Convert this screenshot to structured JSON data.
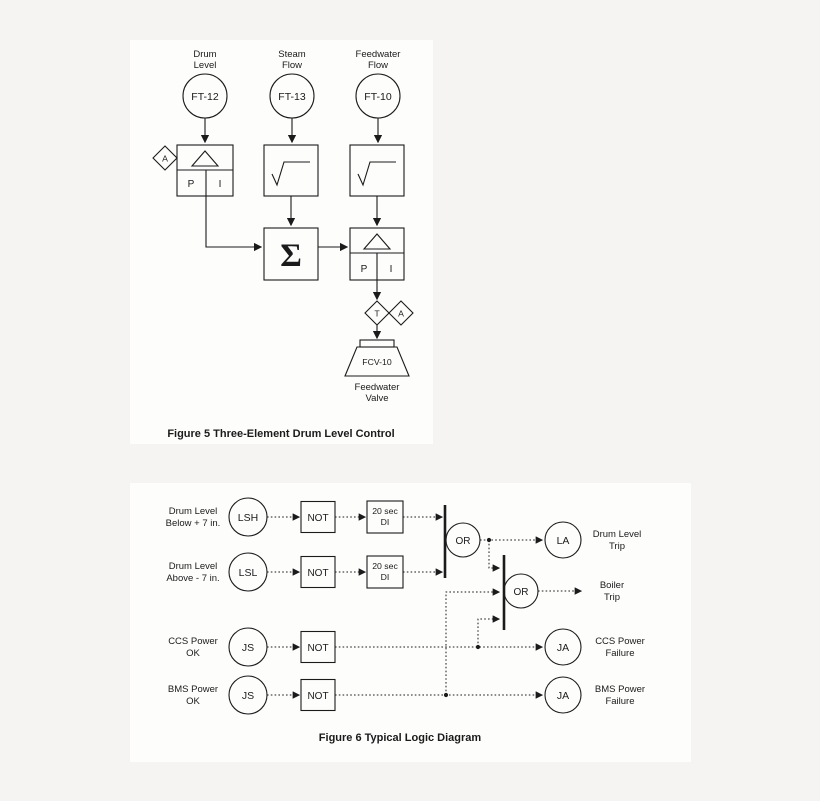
{
  "page": {
    "background_color": "#f5f4f2",
    "panel_color": "#fdfdfc",
    "ink_color": "#1b1b1b"
  },
  "figure5": {
    "caption": "Figure 5  Three-Element Drum Level Control",
    "transmitters": [
      {
        "label_line1": "Drum",
        "label_line2": "Level",
        "tag": "FT-12"
      },
      {
        "label_line1": "Steam",
        "label_line2": "Flow",
        "tag": "FT-13"
      },
      {
        "label_line1": "Feedwater",
        "label_line2": "Flow",
        "tag": "FT-10"
      }
    ],
    "level_controller": {
      "alarm_tag": "A",
      "p": "P",
      "i": "I"
    },
    "summer_symbol": "Σ",
    "flow_controller": {
      "p": "P",
      "i": "I"
    },
    "transfer_tag": "T",
    "auto_tag": "A",
    "valve": {
      "tag": "FCV-10",
      "label_line1": "Feedwater",
      "label_line2": "Valve"
    }
  },
  "figure6": {
    "caption": "Figure 6  Typical Logic Diagram",
    "rows": [
      {
        "label_line1": "Drum Level",
        "label_line2": "Below + 7 in.",
        "tag": "LSH",
        "gate": "NOT",
        "delay_line1": "20 sec",
        "delay_line2": "DI"
      },
      {
        "label_line1": "Drum Level",
        "label_line2": "Above - 7 in.",
        "tag": "LSL",
        "gate": "NOT",
        "delay_line1": "20 sec",
        "delay_line2": "DI"
      },
      {
        "label_line1": "CCS Power",
        "label_line2": "OK",
        "tag": "JS",
        "gate": "NOT"
      },
      {
        "label_line1": "BMS Power",
        "label_line2": "OK",
        "tag": "JS",
        "gate": "NOT"
      }
    ],
    "or_gate_1": "OR",
    "or_gate_2": "OR",
    "outputs": [
      {
        "tag": "LA",
        "label_line1": "Drum Level",
        "label_line2": "Trip"
      },
      {
        "tag": "",
        "label_line1": "Boiler",
        "label_line2": "Trip"
      },
      {
        "tag": "JA",
        "label_line1": "CCS Power",
        "label_line2": "Failure"
      },
      {
        "tag": "JA",
        "label_line1": "BMS Power",
        "label_line2": "Failure"
      }
    ]
  }
}
